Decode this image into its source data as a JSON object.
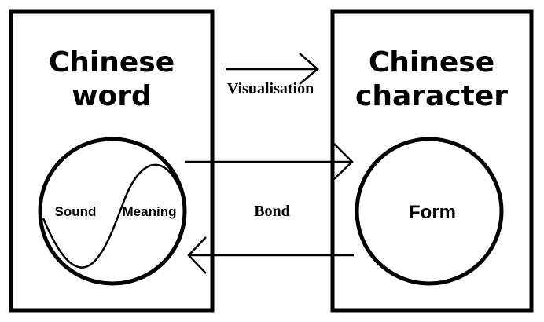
{
  "left_box": {
    "title_line1": "Chinese",
    "title_line2": "word",
    "sound_label": "Sound",
    "meaning_label": "Meaning"
  },
  "right_box": {
    "title_line1": "Chinese",
    "title_line2": "character",
    "form_label": "Form"
  },
  "relations": {
    "visualisation_label": "Visualisation",
    "bond_label": "Bond"
  },
  "colors": {
    "ink": "#000000",
    "background": "#ffffff"
  }
}
